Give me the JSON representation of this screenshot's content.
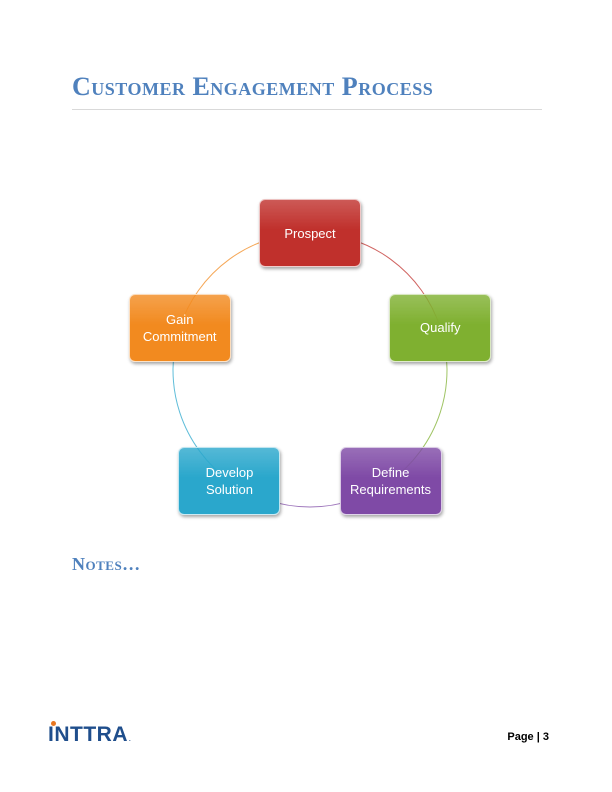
{
  "heading": "Customer Engagement Process",
  "notes_heading": "Notes…",
  "cycle": [
    {
      "label": "Prospect",
      "color": "#c0302c"
    },
    {
      "label": "Qualify",
      "color": "#7fb030"
    },
    {
      "label": "Define\nRequirements",
      "color": "#7f4aa6"
    },
    {
      "label": "Develop\nSolution",
      "color": "#2aa7cc"
    },
    {
      "label": "Gain\nCommitment",
      "color": "#f28a1f"
    }
  ],
  "footer": {
    "page_label": "Page",
    "separator": "|",
    "page_number": "3"
  },
  "logo": {
    "text": "INTTRA",
    "mark": "."
  },
  "colors": {
    "heading": "#4f81bd",
    "logo": "#1f4e8c",
    "logo_dot": "#e87722"
  }
}
